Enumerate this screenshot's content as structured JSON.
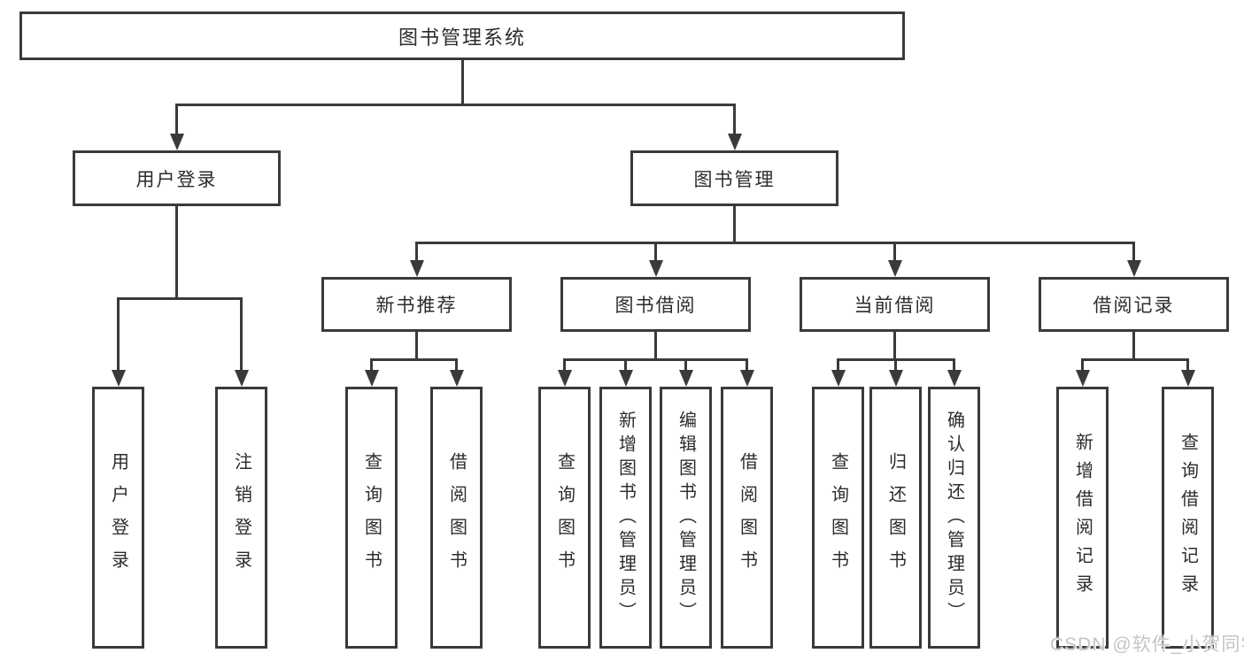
{
  "diagram": {
    "root": {
      "label": "图书管理系统"
    },
    "level2": [
      {
        "key": "user-login",
        "label": "用户登录"
      },
      {
        "key": "book-management",
        "label": "图书管理"
      }
    ],
    "level3": [
      {
        "key": "new-book-recommend",
        "label": "新书推荐"
      },
      {
        "key": "book-borrowing",
        "label": "图书借阅"
      },
      {
        "key": "current-borrowing",
        "label": "当前借阅"
      },
      {
        "key": "borrowing-records",
        "label": "借阅记录"
      }
    ],
    "leaves": [
      {
        "key": "user-login-leaf",
        "label": "用户登录"
      },
      {
        "key": "logout-leaf",
        "label": "注销登录"
      },
      {
        "key": "query-books-recommend",
        "label": "查询图书"
      },
      {
        "key": "borrow-books-recommend",
        "label": "借阅图书"
      },
      {
        "key": "query-books-borrowing",
        "label": "查询图书"
      },
      {
        "key": "add-books-admin",
        "label": "新增图书（管理员）"
      },
      {
        "key": "edit-books-admin",
        "label": "编辑图书（管理员）"
      },
      {
        "key": "borrow-books-borrowing",
        "label": "借阅图书"
      },
      {
        "key": "query-books-current",
        "label": "查询图书"
      },
      {
        "key": "return-books",
        "label": "归还图书"
      },
      {
        "key": "confirm-return-admin",
        "label": "确认归还（管理员）"
      },
      {
        "key": "add-borrow-record",
        "label": "新增借阅记录"
      },
      {
        "key": "query-borrow-record",
        "label": "查询借阅记录"
      }
    ]
  },
  "watermark": {
    "text": "CSDN @软件_小贺同学"
  },
  "colors": {
    "line": "#3a3a3a",
    "text": "#2c2c2c",
    "background": "#ffffff",
    "watermark": "#c5c5c5"
  }
}
